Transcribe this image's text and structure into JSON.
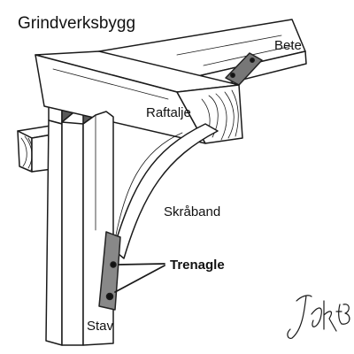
{
  "title": "Grindverksbygg",
  "labels": {
    "bete": "Bete",
    "raftalje": "Raftalje",
    "skraband": "Skråband",
    "trenagle": "Trenagle",
    "stav": "Stav"
  },
  "signature": "JGK-03"
}
